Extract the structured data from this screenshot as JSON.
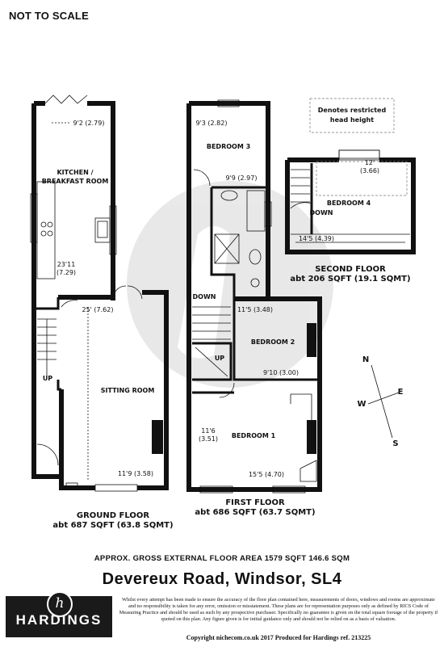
{
  "header": {
    "scale_note": "NOT TO SCALE"
  },
  "legend": {
    "restricted_line1": "Denotes restricted",
    "restricted_line2": "head height"
  },
  "ground_floor": {
    "title": "GROUND FLOOR",
    "area": "abt 687 SQFT (63.8 SQMT)",
    "rooms": {
      "kitchen_line1": "KITCHEN /",
      "kitchen_line2": "BREAKFAST ROOM",
      "kitchen_width": "9'2 (2.79)",
      "kitchen_length_1": "23'11",
      "kitchen_length_2": "(7.29)",
      "sitting": "SITTING ROOM",
      "sitting_length": "25' (7.62)",
      "sitting_width": "11'9 (3.58)",
      "stairs_up": "UP"
    }
  },
  "first_floor": {
    "title": "FIRST FLOOR",
    "area": "abt 686 SQFT (63.7 SQMT)",
    "rooms": {
      "bedroom3": "BEDROOM 3",
      "bedroom3_width": "9'3 (2.82)",
      "bedroom3_length": "9'9 (2.97)",
      "bedroom2": "BEDROOM 2",
      "bedroom2_width": "11'5 (3.48)",
      "bedroom2_length": "9'10 (3.00)",
      "bedroom1": "BEDROOM 1",
      "bedroom1_len_1": "11'6",
      "bedroom1_len_2": "(3.51)",
      "bedroom1_width": "15'5 (4.70)",
      "stairs_down": "DOWN",
      "stairs_up": "UP"
    }
  },
  "second_floor": {
    "title": "SECOND FLOOR",
    "area": "abt 206 SQFT (19.1 SQMT)",
    "rooms": {
      "bedroom4": "BEDROOM 4",
      "bedroom4_len_1": "12'",
      "bedroom4_len_2": "(3.66)",
      "bedroom4_width": "14'5 (4.39)",
      "stairs_down": "DOWN"
    }
  },
  "compass": {
    "n": "N",
    "e": "E",
    "s": "S",
    "w": "W"
  },
  "footer": {
    "gross_area": "APPROX. GROSS EXTERNAL FLOOR AREA 1579 SQFT 146.6 SQM",
    "address": "Devereux Road, Windsor, SL4",
    "brand": "HARDINGS",
    "brand_mark": "h",
    "disclaimer": "Whilst every attempt has been made to ensure the accuracy of the floor plan contained here, measurements of doors, windows and rooms are approximate and no responsibility is taken for any error, omission or misstatement. These plans are for representation purposes only as defined by RICS Code of Measuring Practice and should be used as such by any prospective purchaser. Specifically no guarantee is given on the total square footage of the property if quoted on this plan. Any figure given is for initial guidance only and should not be relied on as a basis of valuation.",
    "copyright": "Copyright nichecom.co.uk 2017    Produced for Hardings    ref. 213225"
  }
}
